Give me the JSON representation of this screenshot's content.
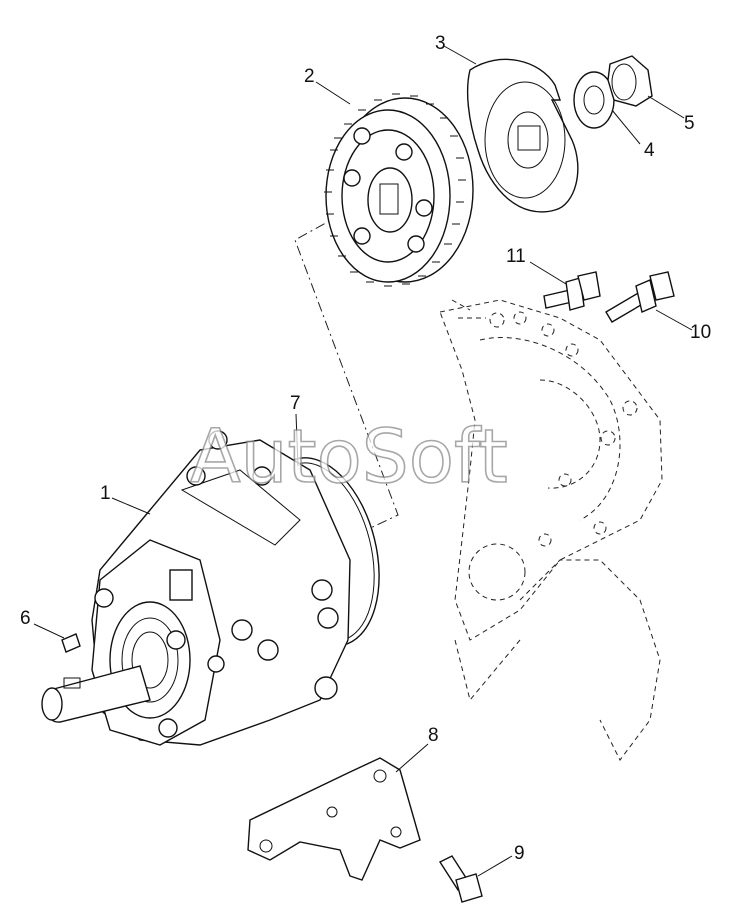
{
  "diagram": {
    "watermark": "AutoSoft",
    "callouts": [
      {
        "id": "1",
        "label": "1"
      },
      {
        "id": "2",
        "label": "2"
      },
      {
        "id": "3",
        "label": "3"
      },
      {
        "id": "4",
        "label": "4"
      },
      {
        "id": "5",
        "label": "5"
      },
      {
        "id": "6",
        "label": "6"
      },
      {
        "id": "7",
        "label": "7"
      },
      {
        "id": "8",
        "label": "8"
      },
      {
        "id": "9",
        "label": "9"
      },
      {
        "id": "10",
        "label": "10"
      },
      {
        "id": "11",
        "label": "11"
      }
    ]
  }
}
